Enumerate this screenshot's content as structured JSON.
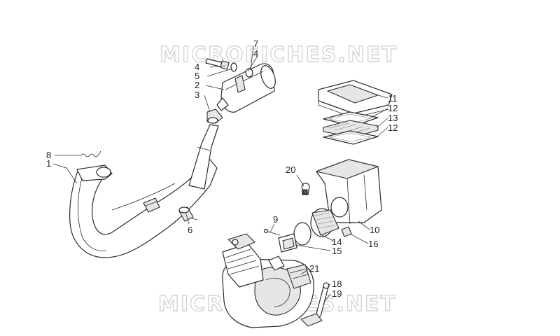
{
  "watermark": {
    "text": "MICROFICHES.NET",
    "color": "#d4d4d4"
  },
  "callouts": {
    "c1": "1",
    "c2": "2",
    "c3": "3",
    "c4a": "4",
    "c4b": "4",
    "c5": "5",
    "c6": "6",
    "c7": "7",
    "c8": "8",
    "c9": "9",
    "c10": "10",
    "c11": "11",
    "c12a": "12",
    "c12b": "12",
    "c13": "13",
    "c14": "14",
    "c15": "15",
    "c16": "16",
    "c18": "18",
    "c19": "19",
    "c20": "20",
    "c21": "21"
  },
  "colors": {
    "line": "#2a2a2a",
    "shade": "#e6e6e6",
    "background": "#ffffff"
  }
}
